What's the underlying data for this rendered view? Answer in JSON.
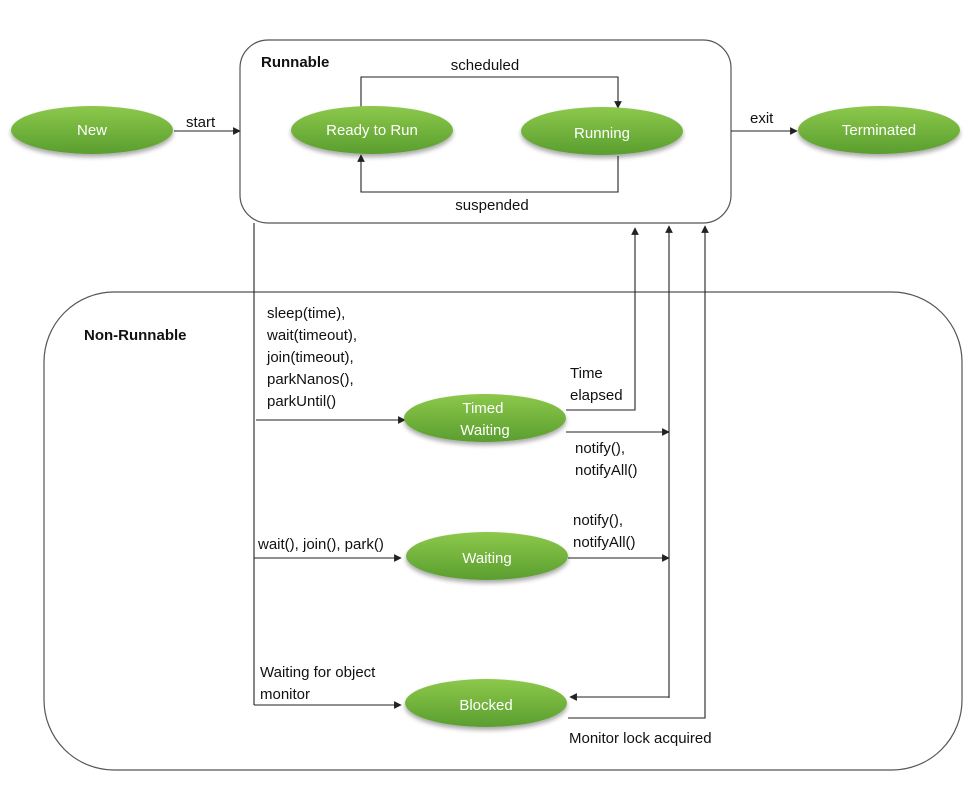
{
  "containers": {
    "runnable": {
      "title": "Runnable"
    },
    "non_runnable": {
      "title": "Non-Runnable"
    }
  },
  "states": {
    "new": "New",
    "ready_to_run": "Ready to Run",
    "running": "Running",
    "terminated": "Terminated",
    "timed_waiting": [
      "Timed",
      "Waiting"
    ],
    "waiting": "Waiting",
    "blocked": "Blocked"
  },
  "edges": {
    "start": "start",
    "exit": "exit",
    "scheduled": "scheduled",
    "suspended": "suspended",
    "timed_entry": [
      "sleep(time),",
      "wait(timeout),",
      "join(timeout),",
      "parkNanos(),",
      "parkUntil()"
    ],
    "time_elapsed": [
      "Time",
      "elapsed"
    ],
    "timed_notify": [
      "notify(),",
      "notifyAll()"
    ],
    "waiting_entry": "wait(), join(), park()",
    "waiting_notify": [
      "notify(),",
      "notifyAll()"
    ],
    "blocked_entry": [
      "Waiting for object",
      "monitor"
    ],
    "monitor_lock": "Monitor lock acquired"
  },
  "colors": {
    "state_fill_top": "#8cc84b",
    "state_fill_bottom": "#5a9e2f",
    "state_text": "#ffffff",
    "line": "#222222"
  }
}
